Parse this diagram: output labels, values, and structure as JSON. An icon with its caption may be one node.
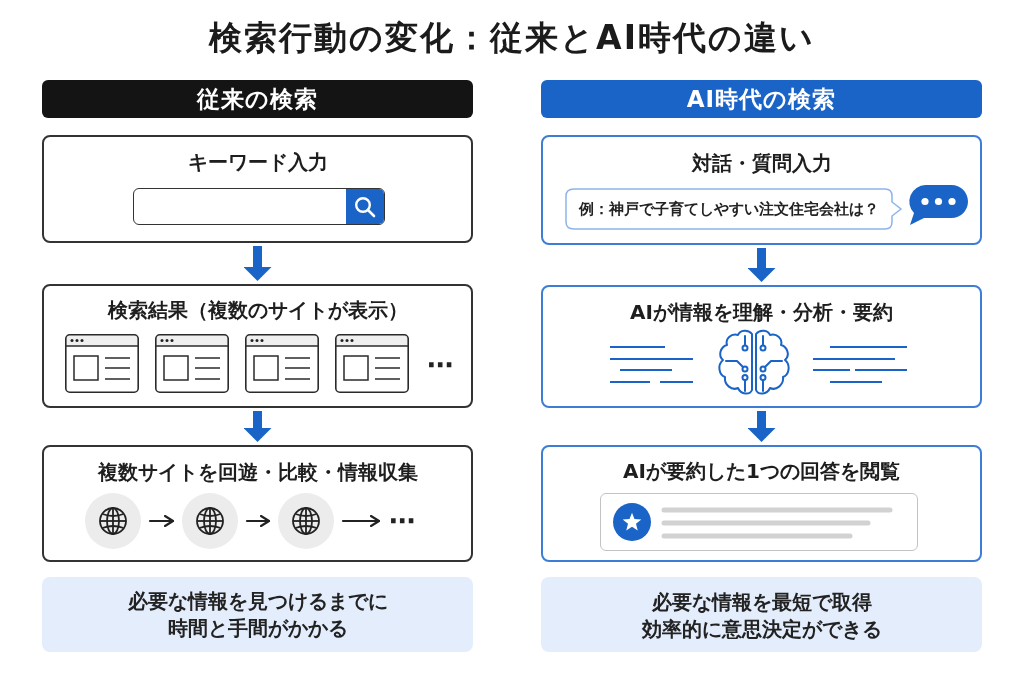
{
  "diagram": {
    "title": "検索行動の変化：従来とAI時代の違い",
    "nodes": [
      {
        "text": [
          "従来の検索"
        ]
      },
      {
        "text": [
          "キーワード入力"
        ]
      },
      {
        "text": [
          "検索結果（複数のサイトが表示）",
          "⋯"
        ]
      },
      {
        "text": [
          "複数サイトを回遊・比較・情報収集"
        ]
      },
      {
        "text": [],
        "shape": "circle",
        "in": 3
      },
      {
        "text": [],
        "shape": "circle",
        "in": 3
      },
      {
        "text": [],
        "shape": "circle",
        "in": 3
      },
      {
        "text": [
          "⋯"
        ],
        "in": 3
      },
      {
        "text": [
          "必要な情報を見つけるまでに時間と手間がかかる"
        ]
      },
      {
        "text": [
          "AI時代の検索"
        ]
      },
      {
        "text": [
          "対話・質問入力"
        ]
      },
      {
        "text": [
          "例：神戸で子育てしやすい注文住宅会社は？"
        ],
        "in": 10
      },
      {
        "text": [
          "AIが情報を理解・分析・要約"
        ]
      },
      {
        "text": [
          "AIが要約した1つの回答を閲覧"
        ]
      },
      {
        "text": [
          "必要な情報を最短で取得",
          "効率的に意思決定ができる"
        ]
      }
    ],
    "edges": [
      {
        "from": 1,
        "to": 2,
        "arrow": "to"
      },
      {
        "from": 2,
        "to": 3,
        "arrow": "to"
      },
      {
        "from": 4,
        "to": 5,
        "arrow": "to",
        "color": "#222222"
      },
      {
        "from": 5,
        "to": 6,
        "arrow": "to",
        "color": "#222222"
      },
      {
        "from": 6,
        "to": 7,
        "arrow": "to",
        "color": "#222222"
      },
      {
        "from": 10,
        "to": 12,
        "arrow": "to"
      },
      {
        "from": 12,
        "to": 13,
        "arrow": "to"
      }
    ]
  }
}
